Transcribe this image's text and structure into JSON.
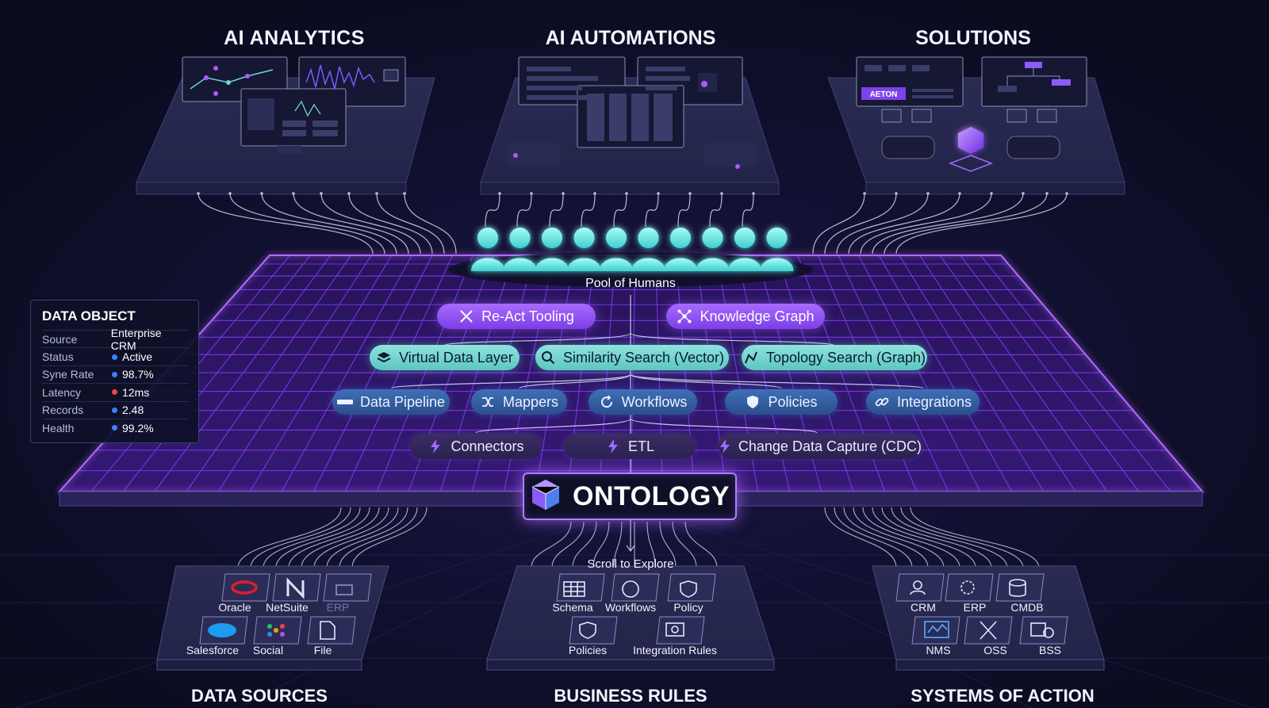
{
  "sections": {
    "ai_analytics": "AI ANALYTICS",
    "ai_automations": "AI AUTOMATIONS",
    "solutions": "SOLUTIONS",
    "data_sources": "DATA SOURCES",
    "business_rules": "BUSINESS RULES",
    "systems_of_action": "SYSTEMS OF ACTION"
  },
  "solutions_badge": "AETON",
  "pool_label": "Pool of Humans",
  "pills": {
    "react_tooling": "Re-Act Tooling",
    "knowledge_graph": "Knowledge Graph",
    "virtual_data_layer": "Virtual Data Layer",
    "similarity_search": "Similarity Search (Vector)",
    "topology_search": "Topology Search (Graph)",
    "data_pipeline": "Data Pipeline",
    "mappers": "Mappers",
    "workflows": "Workflows",
    "policies": "Policies",
    "integrations": "Integrations",
    "connectors": "Connectors",
    "etl": "ETL",
    "cdc": "Change Data Capture (CDC)"
  },
  "ontology": "ONTOLOGY",
  "scroll_hint": "Scroll to Explore",
  "data_object": {
    "title": "DATA OBJECT",
    "rows": [
      {
        "key": "Source",
        "value": "Enterprise CRM",
        "dot": ""
      },
      {
        "key": "Status",
        "value": "Active",
        "dot": "#3b82f6"
      },
      {
        "key": "Syne Rate",
        "value": "98.7%",
        "dot": "#3b82f6"
      },
      {
        "key": "Latency",
        "value": "12ms",
        "dot": "#ef4444"
      },
      {
        "key": "Records",
        "value": "2.48",
        "dot": "#3b82f6"
      },
      {
        "key": "Health",
        "value": "99.2%",
        "dot": "#3b82f6"
      }
    ]
  },
  "data_sources": [
    "Oracle",
    "NetSuite",
    "ERP",
    "Salesforce",
    "Social",
    "File"
  ],
  "business_rules": [
    "Schema",
    "Workflows",
    "Policy",
    "Policies",
    "Integration Rules"
  ],
  "systems_of_action": [
    "CRM",
    "ERP",
    "CMDB",
    "NMS",
    "OSS",
    "BSS"
  ],
  "colors": {
    "background": "#0b0d22",
    "grid": "#8b3dff",
    "pill_purple": "#9157f5",
    "pill_teal": "#7bd8d1",
    "pill_blue": "#345fa3",
    "pill_dark": "#2f2558",
    "human": "#6ee7e0"
  }
}
